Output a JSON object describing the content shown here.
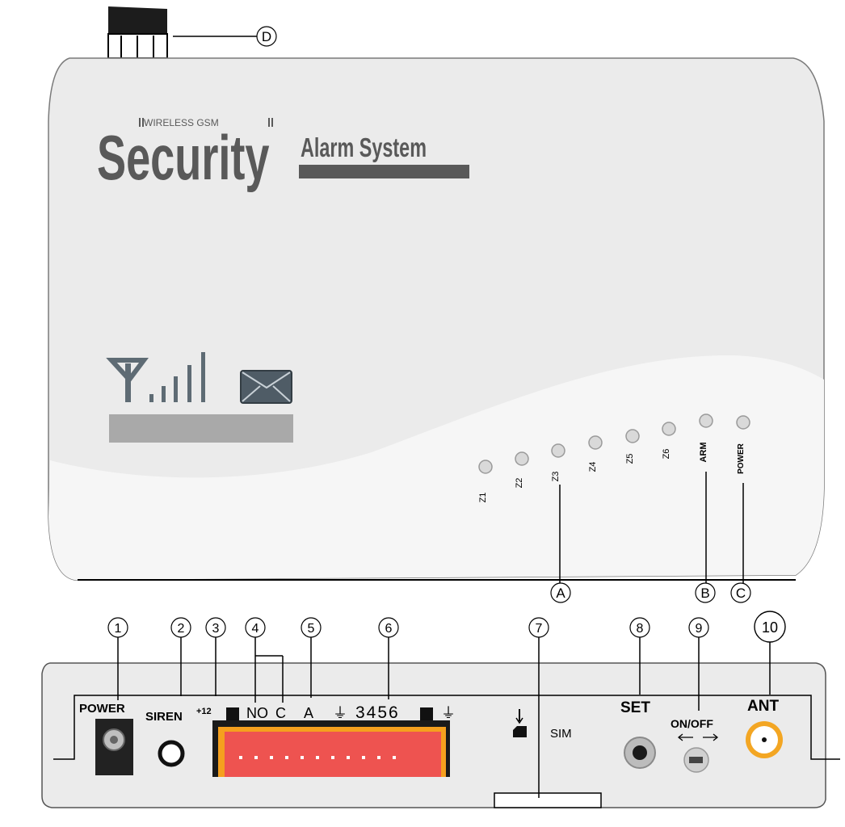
{
  "brand": {
    "tagline": "WIRELESS GSM",
    "title_main": "Security",
    "title_sub": "Alarm System"
  },
  "leds": [
    {
      "label": "Z1"
    },
    {
      "label": "Z2"
    },
    {
      "label": "Z3"
    },
    {
      "label": "Z4"
    },
    {
      "label": "Z5"
    },
    {
      "label": "Z6"
    },
    {
      "label": "ARM"
    },
    {
      "label": "POWER"
    }
  ],
  "callouts_top": [
    "D",
    "A",
    "B",
    "C"
  ],
  "callouts_bottom": [
    "1",
    "2",
    "3",
    "4",
    "5",
    "6",
    "7",
    "8",
    "9",
    "10"
  ],
  "rear_panel": {
    "power": "POWER",
    "siren": "SIREN",
    "siren_voltage": "+12",
    "terminal_no": "NO",
    "terminal_c": "C",
    "terminal_a": "A",
    "terminal_ground_1": "⏚",
    "terminal_zones": "3456",
    "terminal_ground_2": "⏚",
    "sim": "SIM",
    "set": "SET",
    "on_off": "ON/OFF",
    "ant": "ANT"
  },
  "colors": {
    "device_body": "#ebebeb",
    "wave_highlight": "#f6f6f6",
    "brand_text": "#595959",
    "terminal_red": "#ee5350",
    "terminal_orange": "#f5a01e",
    "antenna_orange": "#f3a623"
  },
  "icons": [
    "antenna-icon",
    "signal-bars-icon",
    "envelope-icon",
    "ground-icon",
    "sim-insert-icon",
    "switch-arrows-icon"
  ]
}
